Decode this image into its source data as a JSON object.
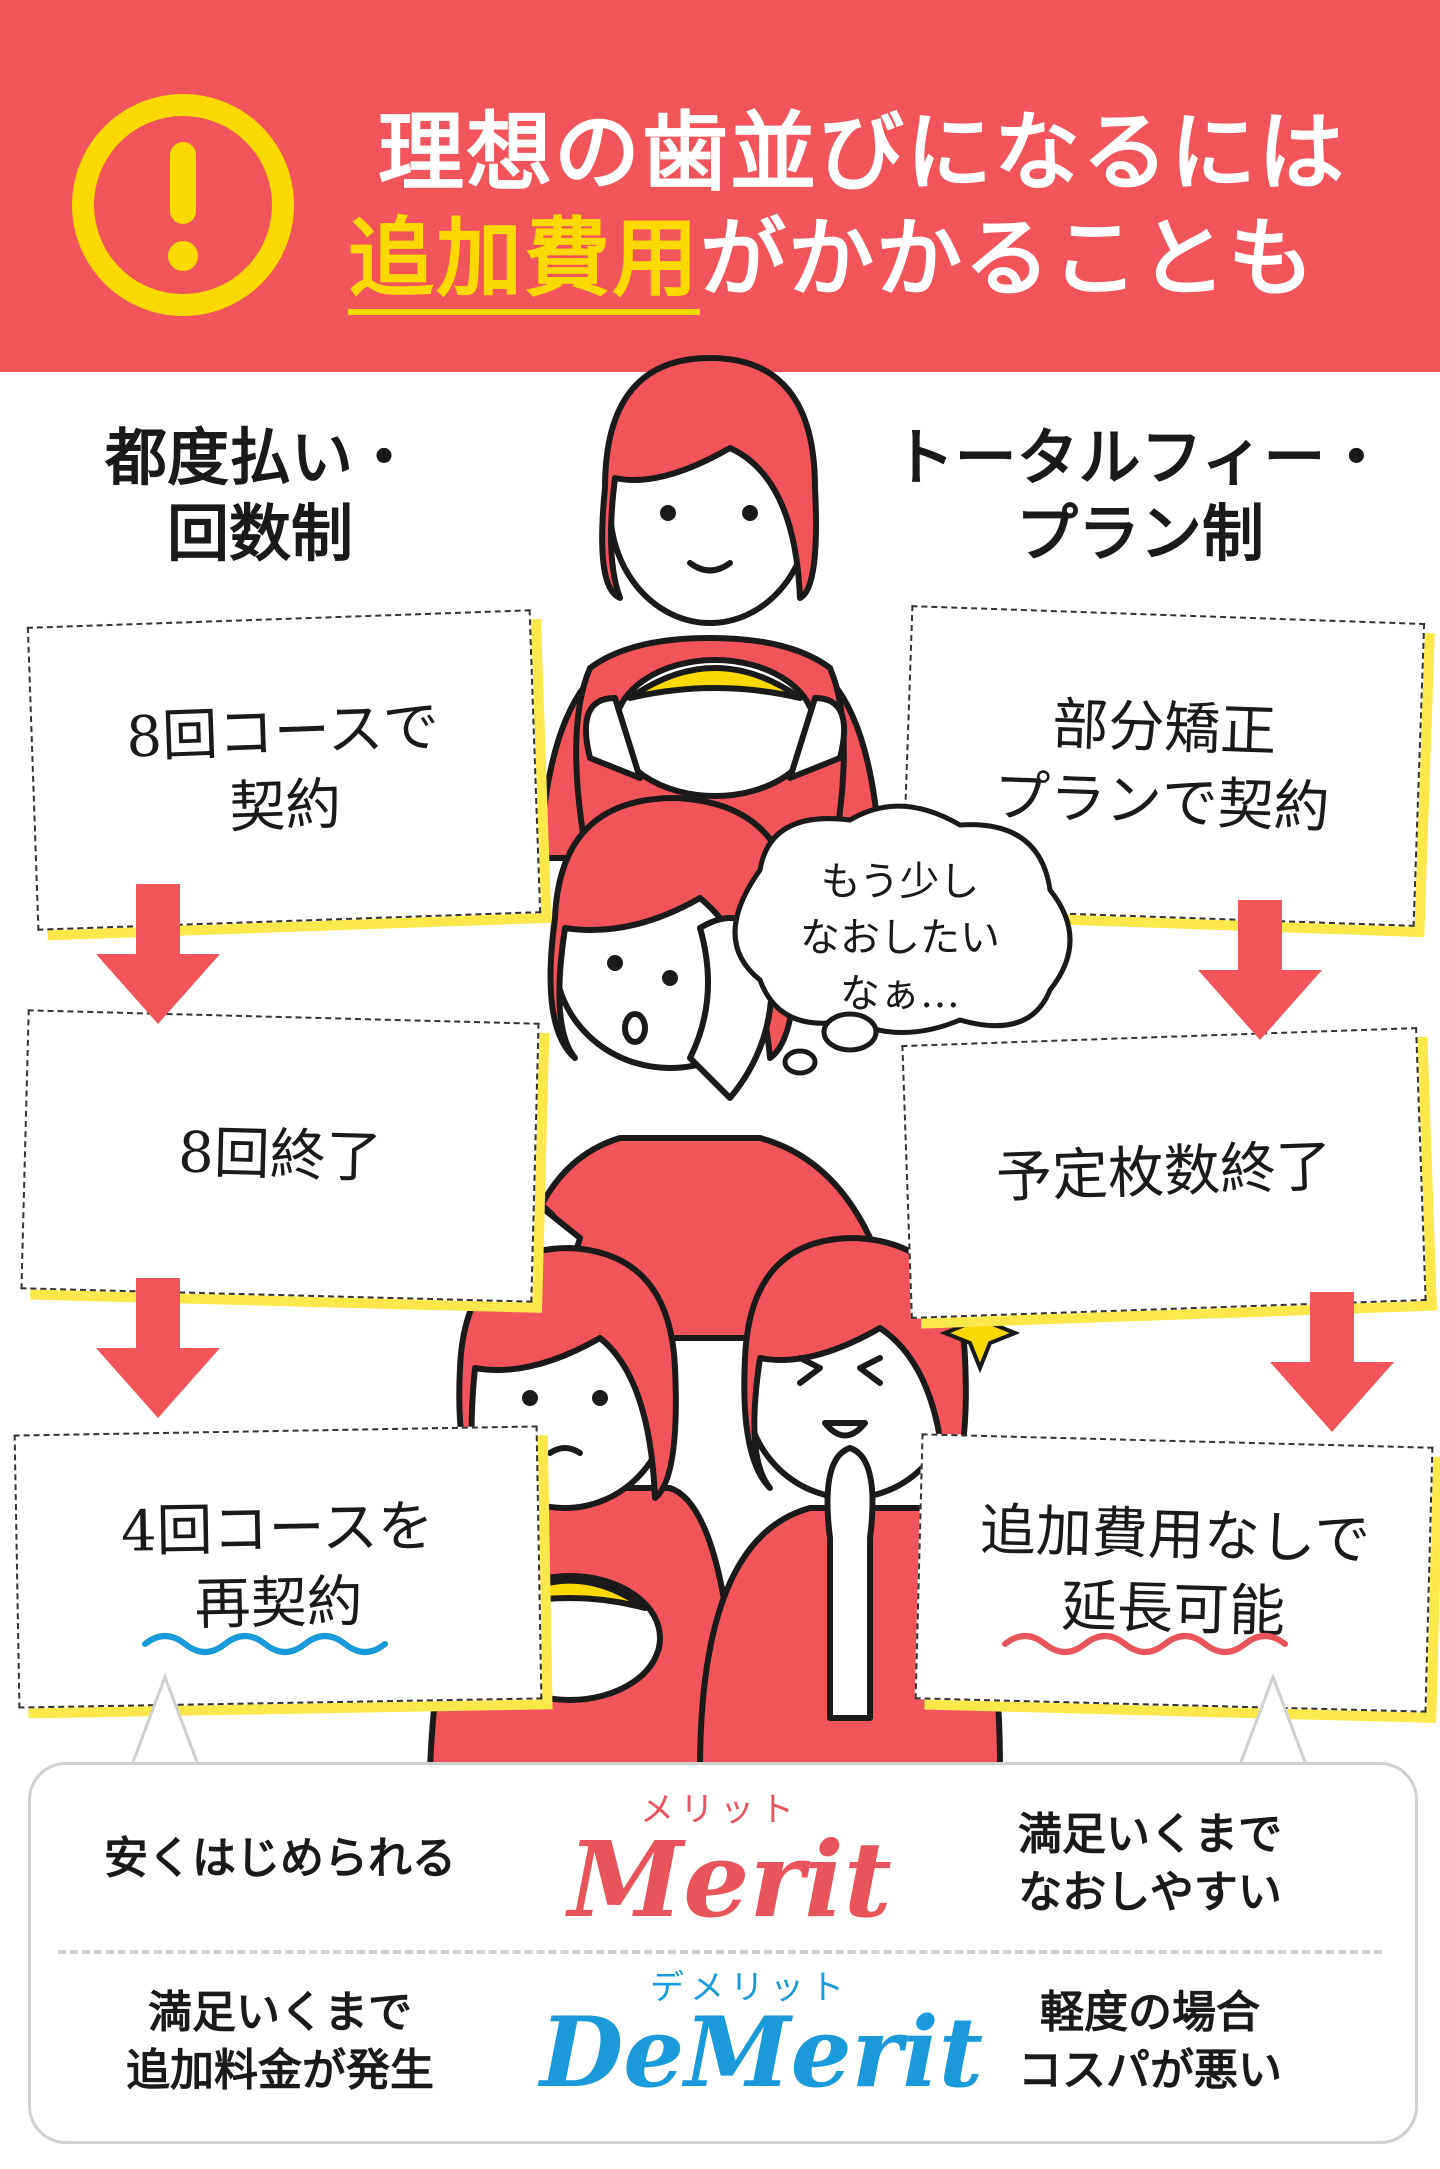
{
  "header": {
    "line1": "理想の歯並びになるには",
    "line2_highlight": "追加費用",
    "line2_rest": "がかかることも",
    "background": "#f2545b",
    "accent": "#fcd900",
    "icon": "warning-exclamation-icon"
  },
  "left": {
    "title_line1": "都度払い・",
    "title_line2": "回数制",
    "step1_line1": "8回コースで",
    "step1_line2": "契約",
    "step2": "8回終了",
    "step3_line1": "4回コースを",
    "step3_line2": "再契約"
  },
  "right": {
    "title_line1": "トータルフィー・",
    "title_line2": "プラン制",
    "step1_line1": "部分矯正",
    "step1_line2": "プランで契約",
    "step2": "予定枚数終了",
    "step3_line1": "追加費用なしで",
    "step3_line2": "延長可能"
  },
  "thought": {
    "line1": "もう少し",
    "line2": "なおしたい",
    "line3": "なぁ…"
  },
  "summary": {
    "merit_kana": "メリット",
    "merit_word": "Merit",
    "merit_left": "安くはじめられる",
    "merit_right_line1": "満足いくまで",
    "merit_right_line2": "なおしやすい",
    "demerit_kana": "デメリット",
    "demerit_word": "DeMerit",
    "demerit_left_line1": "満足いくまで",
    "demerit_left_line2": "追加料金が発生",
    "demerit_right_line1": "軽度の場合",
    "demerit_right_line2": "コスパが悪い",
    "merit_color": "#e8545c",
    "demerit_color": "#1a9ad9"
  }
}
